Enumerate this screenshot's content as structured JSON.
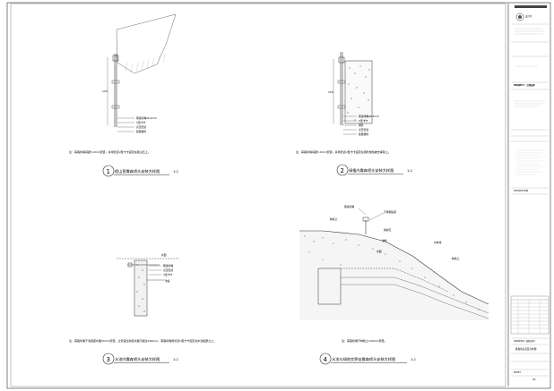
{
  "details": [
    {
      "number": "1",
      "title": "假山营雾森喷头安装大样图",
      "scale": "1:2",
      "note": "注：雾森喷嘴间距5.0mm安装，并用管道U型卡卡固定在假山石上。",
      "dim": "120",
      "labels": [
        "雾森喷嘴ø0.2mm",
        "U型卡卡",
        "高压管道",
        "膨胀螺栓"
      ]
    },
    {
      "number": "2",
      "title": "绿植内雾森喷头安装大样图",
      "scale": "1:2",
      "note": "注：雾森喷嘴间距5.0mm安装，并用管道U型卡卡固定在钢管或植被支撑架上。",
      "dim": "150",
      "labels": [
        "雾森喷嘴ø0.2mm",
        "U型卡卡",
        "钢管",
        "高压管道",
        "膨胀螺栓"
      ]
    },
    {
      "number": "3",
      "title": "水池内雾森喷头安装大样图",
      "scale": "1:2",
      "note": "注：雾森喷嘴于池底距水面50mm安装，立管露出池底水面不超过200mm，雾森喷嘴用管道U型卡卡固定在水池底部之上。",
      "labels": [
        "水面",
        "池底",
        "雾森喷嘴",
        "高压管道",
        "U型卡卡"
      ]
    },
    {
      "number": "4",
      "title": "水池与绿地交界处雾森喷头安装大样图",
      "scale": "1:2",
      "note": "注：雾森喷嘴于种植土100mm安装。",
      "labels": [
        "雾森喷嘴",
        "不锈钢底座",
        "种植土",
        "鹅卵石",
        "池壁",
        "水面",
        "水体线",
        "种植土"
      ]
    }
  ],
  "title_block": {
    "company": "设计院",
    "project_label": "PROJECT / 工程名称",
    "drawing_label": "DRAWING / 图纸名称",
    "drawing_title": "雾森喷头安装大样图",
    "description_label": "DESCRIPTION",
    "sheet_label": "SHEET",
    "sheet_no": "01"
  }
}
